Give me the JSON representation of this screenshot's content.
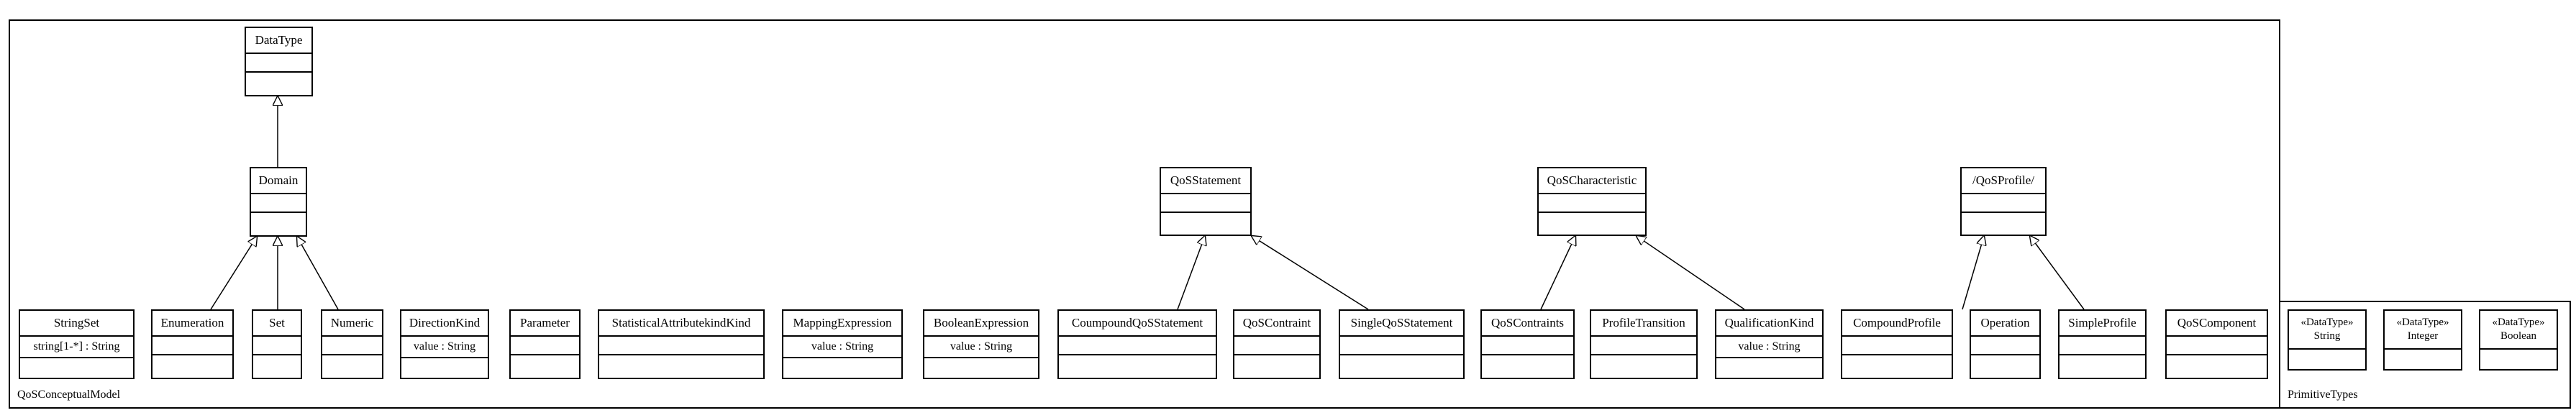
{
  "packages": {
    "conceptual": {
      "label": "QoSConceptualModel"
    },
    "primitive": {
      "label": "PrimitiveTypes"
    }
  },
  "classes": {
    "datatype": {
      "name": "DataType"
    },
    "domain": {
      "name": "Domain"
    },
    "qosstatement": {
      "name": "QoSStatement"
    },
    "qoscharacteristic": {
      "name": "QoSCharacteristic"
    },
    "qosprofile": {
      "name": "/QoSProfile/"
    },
    "stringset": {
      "name": "StringSet",
      "attr": "string[1-*] : String"
    },
    "enumeration": {
      "name": "Enumeration"
    },
    "set": {
      "name": "Set"
    },
    "numeric": {
      "name": "Numeric"
    },
    "directionkind": {
      "name": "DirectionKind",
      "attr": "value : String"
    },
    "parameter": {
      "name": "Parameter"
    },
    "statisticalattributekindkind": {
      "name": "StatisticalAttributekindKind"
    },
    "mappingexpression": {
      "name": "MappingExpression",
      "attr": "value : String"
    },
    "booleanexpression": {
      "name": "BooleanExpression",
      "attr": "value : String"
    },
    "compoundqosstatement": {
      "name": "CoumpoundQoSStatement"
    },
    "qoscontraint": {
      "name": "QoSContraint"
    },
    "singleqosstatement": {
      "name": "SingleQoSStatement"
    },
    "qoscontraints": {
      "name": "QoSContraints"
    },
    "profiletransition": {
      "name": "ProfileTransition"
    },
    "qualificationkind": {
      "name": "QualificationKind",
      "attr": "value : String"
    },
    "compoundprofile": {
      "name": "CompoundProfile"
    },
    "operation": {
      "name": "Operation"
    },
    "simpleprofile": {
      "name": "SimpleProfile"
    },
    "qoscomponent": {
      "name": "QoSComponent"
    }
  },
  "primitives": {
    "string": {
      "stereotype": "«DataType»",
      "name": "String"
    },
    "integer": {
      "stereotype": "«DataType»",
      "name": "Integer"
    },
    "boolean": {
      "stereotype": "«DataType»",
      "name": "Boolean"
    }
  }
}
